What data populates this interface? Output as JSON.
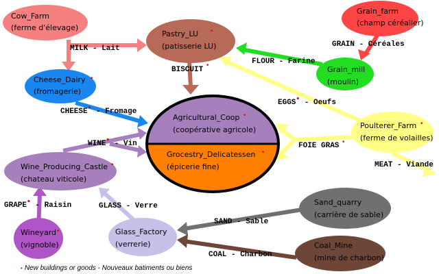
{
  "nodes": {
    "cow_farm": {
      "name": "Cow_Farm",
      "subtitle": "(ferme d'élevage)",
      "new": false,
      "color": "#f48080"
    },
    "pastry_lu": {
      "name": "Pastry_LU",
      "subtitle": "(patisserie LU)",
      "new": true,
      "color": "#b86a58"
    },
    "grain_farm": {
      "name": "Grain_farm",
      "subtitle": "(champ céréalier)",
      "new": false,
      "color": "#ff4444"
    },
    "grain_mill": {
      "name": "Grain_mill",
      "subtitle": "(moulin)",
      "new": false,
      "color": "#22dd22"
    },
    "cheese_dairy": {
      "name": "Cheese_Dairy",
      "subtitle": "(fromagerie)",
      "new": true,
      "color": "#1a86f0"
    },
    "agricultural_coop": {
      "name": "Agricultural_Coop",
      "subtitle": "(coopérative agricole)",
      "new": true,
      "color": "#a680bc"
    },
    "grocery_delicatessen": {
      "name": "Grocestry_Delicatessen",
      "subtitle": "(épicerie fine)",
      "new": true,
      "color": "#ff8000"
    },
    "poulterer_farm": {
      "name": "Poulterer_Farm",
      "subtitle": "(ferme de volailles)",
      "new": true,
      "color": "#ffff88"
    },
    "wine_castle": {
      "name": "Wine_Producing_Castle",
      "subtitle": "(chateau viticole)",
      "new": true,
      "color": "#a680bc"
    },
    "wineyard": {
      "name": "Wineyard",
      "subtitle": "(vignoble)",
      "new": true,
      "color": "#b055c8"
    },
    "glass_factory": {
      "name": "Glass_Factory",
      "subtitle": "(verrerie)",
      "new": false,
      "color": "#c8c0e8"
    },
    "sand_quarry": {
      "name": "Sand_quarry",
      "subtitle": "(carrière de sable)",
      "new": false,
      "color": "#707070"
    },
    "coal_mine": {
      "name": "Coal_Mine",
      "subtitle": "(mine de charbon)",
      "new": false,
      "color": "#6e4638"
    }
  },
  "edges": {
    "milk": {
      "label": "MILK - Lait",
      "new": false,
      "color": "#f48080"
    },
    "biscuit": {
      "label": "BISCUIT",
      "new": true,
      "color": "#b86a58"
    },
    "flour": {
      "label": "FLOUR - Farine",
      "new": false,
      "color": "#22dd22"
    },
    "grain": {
      "label": "GRAIN - Céréales",
      "new": false,
      "color": "#ff4444"
    },
    "eggs": {
      "label_a": "EGGS",
      "label_b": " - Oeufs",
      "new": true,
      "color": "#ffff88"
    },
    "cheese": {
      "label_a": "CHEESE",
      "label_b": " - Fromage",
      "new": true,
      "color": "#1a86f0"
    },
    "wine": {
      "label_a": "WINE",
      "label_b": " - Vin",
      "new": true,
      "color": "#a680bc"
    },
    "foie_gras": {
      "label": "FOIE GRAS",
      "new": true,
      "color": "#ffff88"
    },
    "meat": {
      "label": "MEAT - Viande",
      "new": false,
      "color": "#ffff88"
    },
    "grape": {
      "label_a": "GRAPE",
      "label_b": " - Raisin",
      "new": true,
      "color": "#b055c8"
    },
    "glass": {
      "label": "GLASS - Verre",
      "new": false,
      "color": "#c8c0e8"
    },
    "sand": {
      "label": "SAND - Sable",
      "new": false,
      "color": "#707070"
    },
    "coal": {
      "label": "COAL - Charbon",
      "new": false,
      "color": "#6e4638"
    }
  },
  "legend": {
    "marker": "•",
    "text": "New buildings or goods - Nouveaux batiments ou biens",
    "marker_color": "#e00000"
  }
}
